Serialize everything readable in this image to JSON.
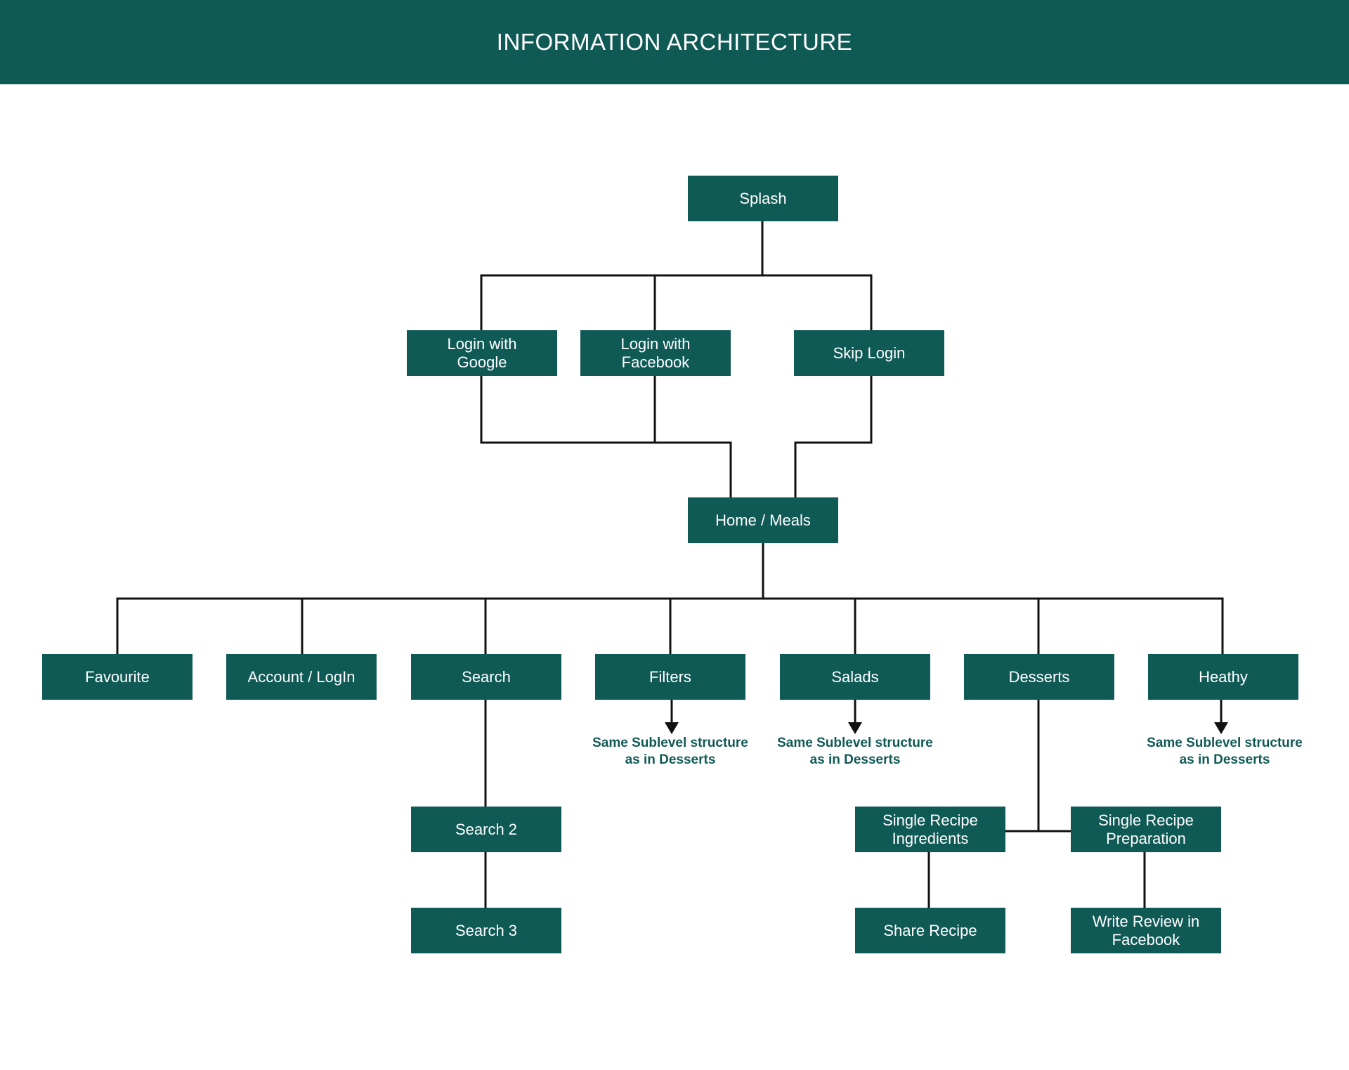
{
  "header": {
    "title": "INFORMATION ARCHITECTURE"
  },
  "colors": {
    "primary": "#105a56",
    "line": "#111111",
    "background": "#ffffff"
  },
  "nodes": {
    "splash": "Splash",
    "login_google": "Login with\nGoogle",
    "login_facebook": "Login with\nFacebook",
    "skip_login": "Skip Login",
    "home_meals": "Home / Meals",
    "favourite": "Favourite",
    "account_login": "Account / LogIn",
    "search": "Search",
    "filters": "Filters",
    "salads": "Salads",
    "desserts": "Desserts",
    "heathy": "Heathy",
    "search2": "Search 2",
    "search3": "Search 3",
    "single_recipe_ingredients": "Single Recipe\nIngredients",
    "single_recipe_preparation": "Single Recipe\nPreparation",
    "share_recipe": "Share Recipe",
    "write_review": "Write Review in\nFacebook"
  },
  "notes": {
    "filters": "Same Sublevel structure\nas in Desserts",
    "salads": "Same Sublevel structure\nas in Desserts",
    "heathy": "Same Sublevel structure\nas in Desserts"
  }
}
